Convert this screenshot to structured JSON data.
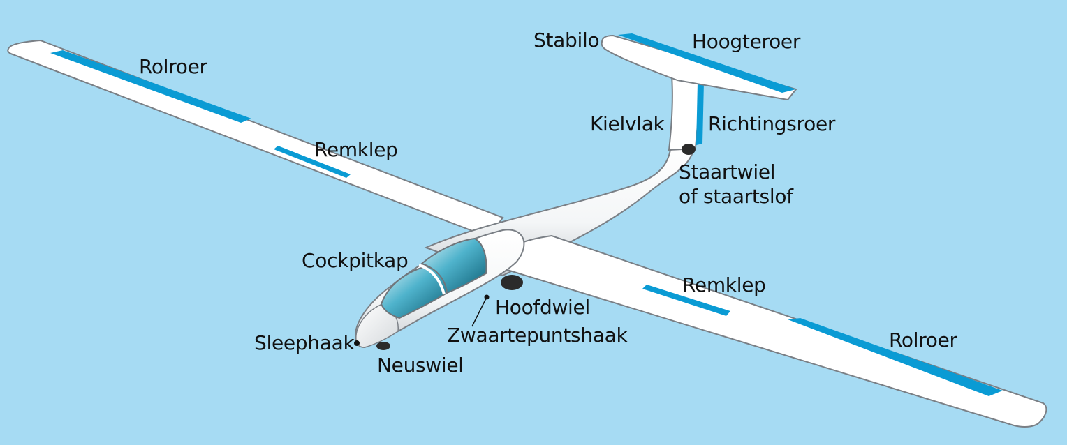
{
  "colors": {
    "background": "#a6dbf3",
    "airframe": "#ffffff",
    "outline": "#7a7f85",
    "control_surface": "#0a9bd4",
    "canopy": "#0f6f87",
    "wheel": "#2b2b2b"
  },
  "labels": {
    "rolroer_left": "Rolroer",
    "remklep_left": "Remklep",
    "stabilo": "Stabilo",
    "hoogteroer": "Hoogteroer",
    "kielvlak": "Kielvlak",
    "richtingsroer": "Richtingsroer",
    "staartwiel_line1": "Staartwiel",
    "staartwiel_line2": "of staartslof",
    "cockpitkap": "Cockpitkap",
    "hoofdwiel": "Hoofdwiel",
    "zwaartepuntshaak": "Zwaartepuntshaak",
    "sleephaak": "Sleephaak",
    "neuswiel": "Neuswiel",
    "remklep_right": "Remklep",
    "rolroer_right": "Rolroer"
  },
  "icons": {
    "tow_hook": "dot-marker",
    "cg_hook": "dot-marker"
  }
}
